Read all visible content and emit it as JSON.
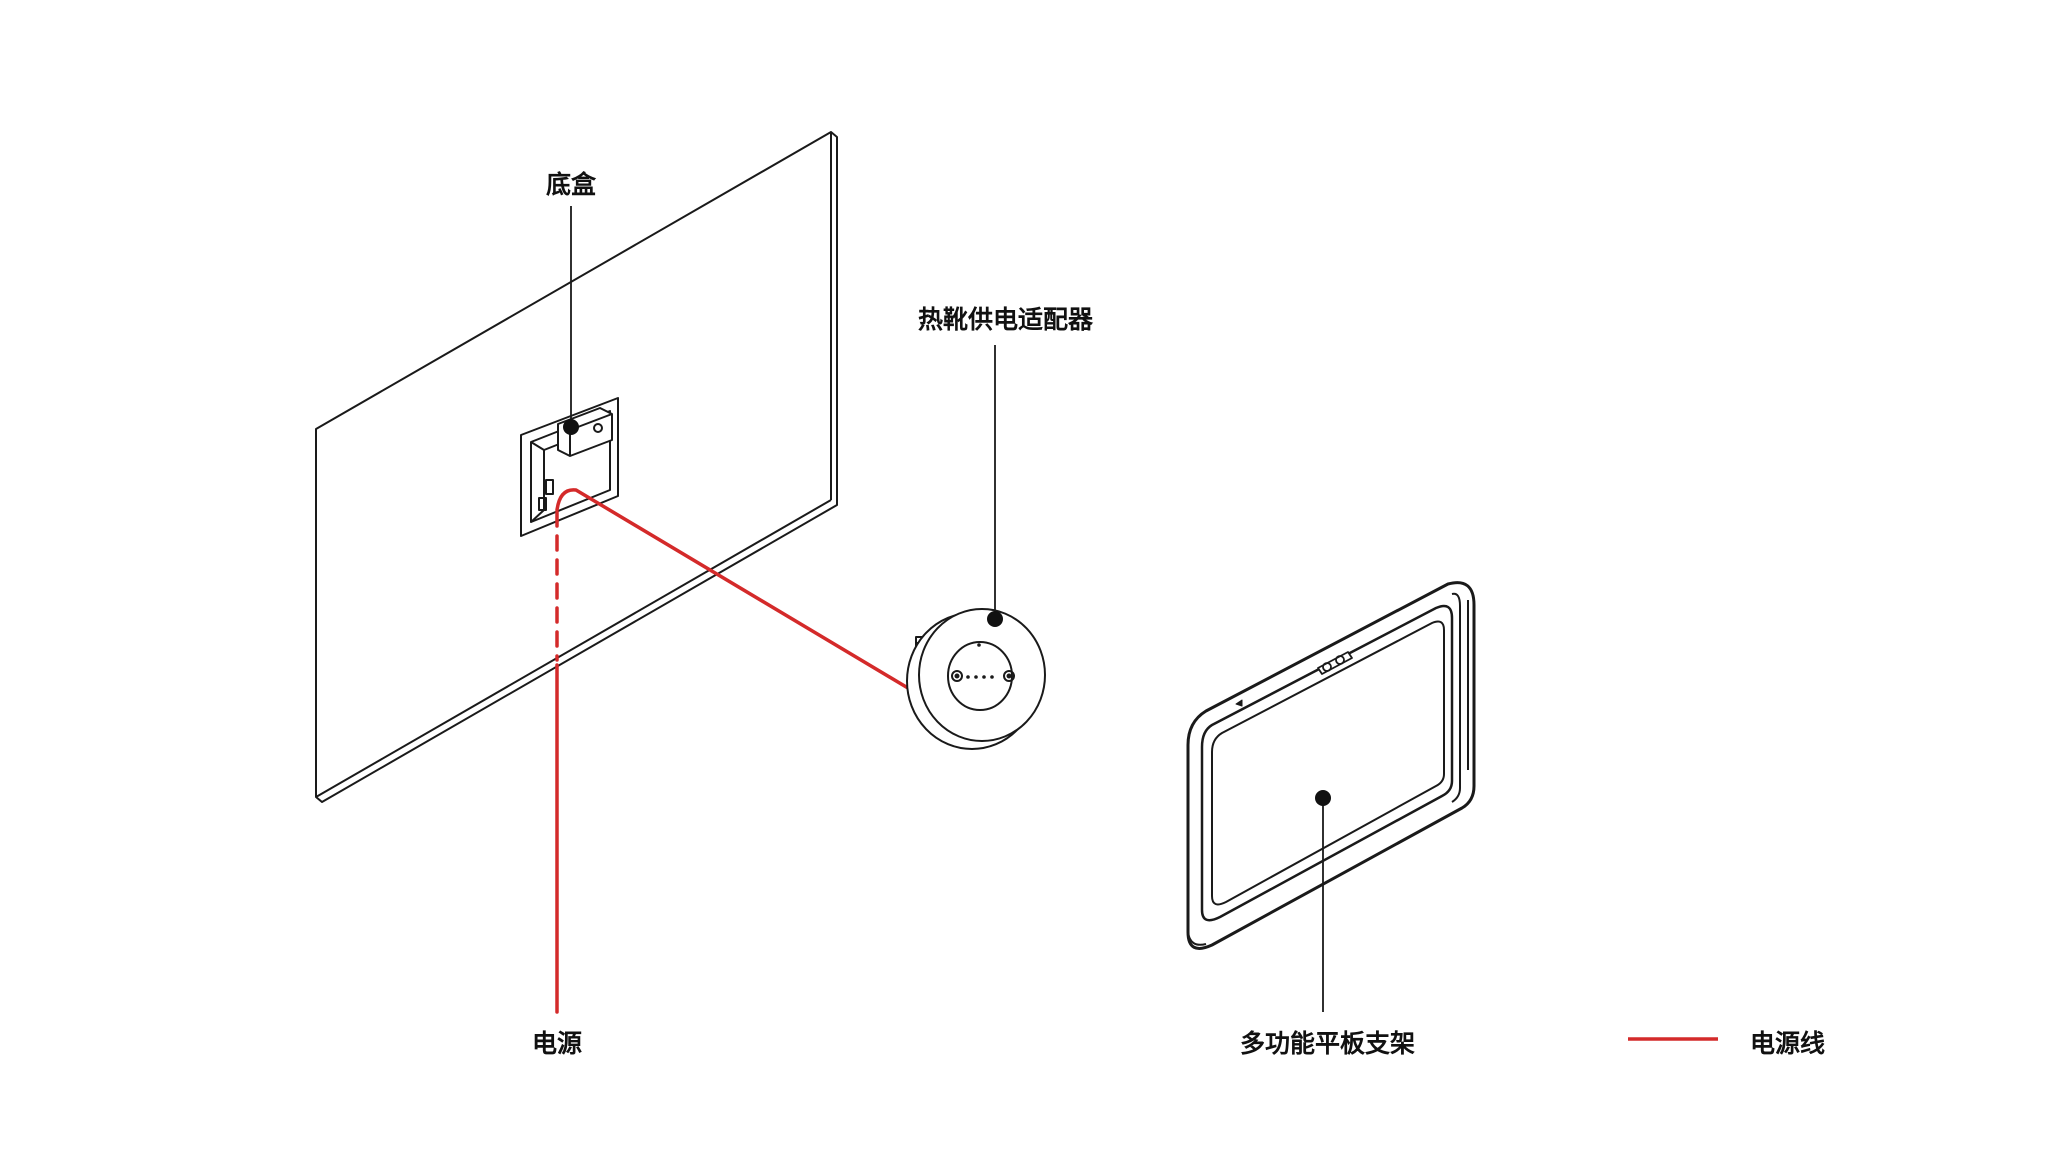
{
  "labels": {
    "base_box": "底盒",
    "adapter": "热靴供电适配器",
    "power": "电源",
    "tablet_stand": "多功能平板支架"
  },
  "legend": {
    "power_cable": "电源线"
  },
  "colors": {
    "cable": "#d42a2a",
    "outline": "#1a1a1a",
    "text": "#111111",
    "background": "#ffffff"
  }
}
